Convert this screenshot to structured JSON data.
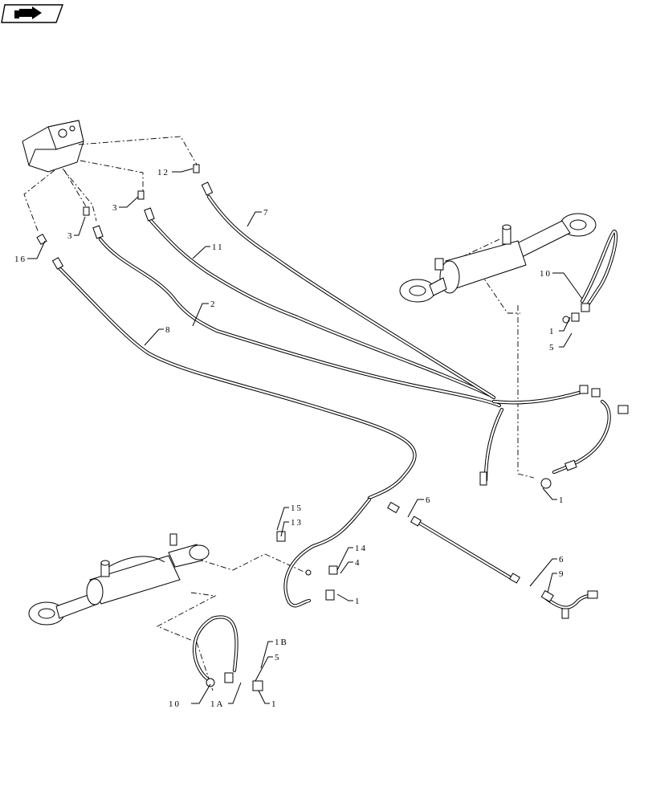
{
  "nav_icon": "next-page-arrow-icon",
  "callouts": {
    "c16": "16",
    "c3a": "3",
    "c3b": "3",
    "c12": "12",
    "c7": "7",
    "c11": "11",
    "c2": "2",
    "c8": "8",
    "c10a": "10",
    "c1a": "1",
    "c5a": "5",
    "c1b": "1",
    "c6a": "6",
    "c15": "15",
    "c13": "13",
    "c14": "14",
    "c4": "4",
    "c1c": "1",
    "c6b": "6",
    "c9": "9",
    "c1B": "1B",
    "c5b": "5",
    "c10b": "10",
    "c1A": "1A",
    "c1d": "1"
  }
}
